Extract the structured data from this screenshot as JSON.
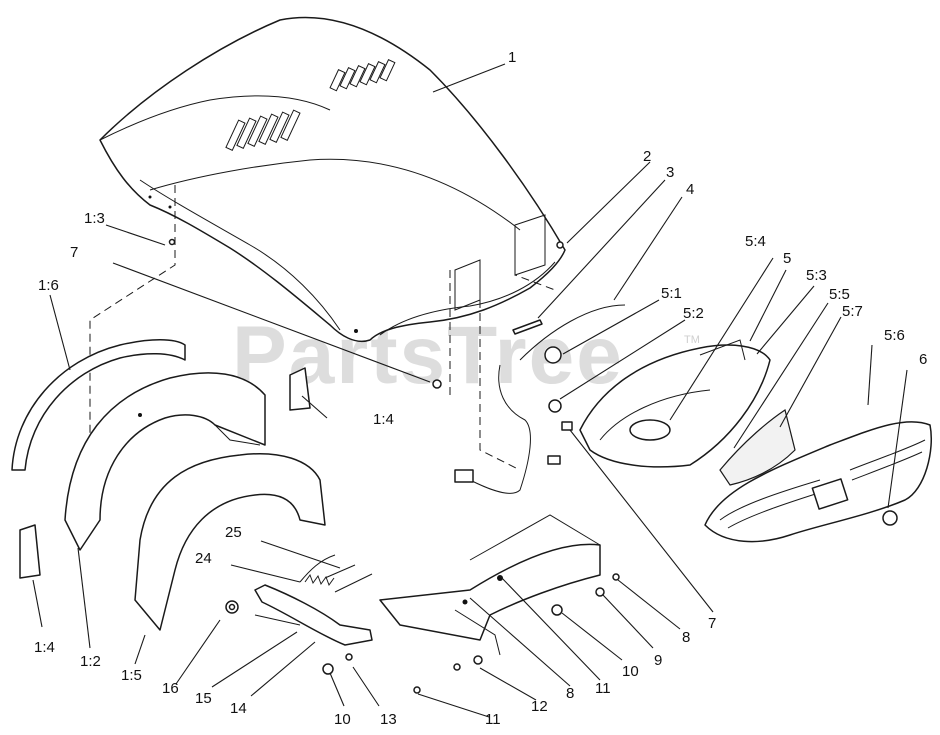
{
  "watermark": {
    "text": "PartsTree",
    "tm": "TM"
  },
  "callouts": [
    {
      "id": "label-1",
      "text": "1"
    },
    {
      "id": "label-2",
      "text": "2"
    },
    {
      "id": "label-3",
      "text": "3"
    },
    {
      "id": "label-4",
      "text": "4"
    },
    {
      "id": "label-5",
      "text": "5"
    },
    {
      "id": "label-5-1",
      "text": "5:1"
    },
    {
      "id": "label-5-2",
      "text": "5:2"
    },
    {
      "id": "label-5-3",
      "text": "5:3"
    },
    {
      "id": "label-5-4",
      "text": "5:4"
    },
    {
      "id": "label-5-5",
      "text": "5:5"
    },
    {
      "id": "label-5-6",
      "text": "5:6"
    },
    {
      "id": "label-5-7",
      "text": "5:7"
    },
    {
      "id": "label-6",
      "text": "6"
    },
    {
      "id": "label-7a",
      "text": "7"
    },
    {
      "id": "label-7b",
      "text": "7"
    },
    {
      "id": "label-8a",
      "text": "8"
    },
    {
      "id": "label-8b",
      "text": "8"
    },
    {
      "id": "label-9",
      "text": "9"
    },
    {
      "id": "label-10a",
      "text": "10"
    },
    {
      "id": "label-10b",
      "text": "10"
    },
    {
      "id": "label-11a",
      "text": "11"
    },
    {
      "id": "label-11b",
      "text": "11"
    },
    {
      "id": "label-12",
      "text": "12"
    },
    {
      "id": "label-13",
      "text": "13"
    },
    {
      "id": "label-14",
      "text": "14"
    },
    {
      "id": "label-15",
      "text": "15"
    },
    {
      "id": "label-16",
      "text": "16"
    },
    {
      "id": "label-24",
      "text": "24"
    },
    {
      "id": "label-25",
      "text": "25"
    },
    {
      "id": "label-1-2",
      "text": "1:2"
    },
    {
      "id": "label-1-3",
      "text": "1:3"
    },
    {
      "id": "label-1-4a",
      "text": "1:4"
    },
    {
      "id": "label-1-4b",
      "text": "1:4"
    },
    {
      "id": "label-1-5",
      "text": "1:5"
    },
    {
      "id": "label-1-6",
      "text": "1:6"
    }
  ]
}
